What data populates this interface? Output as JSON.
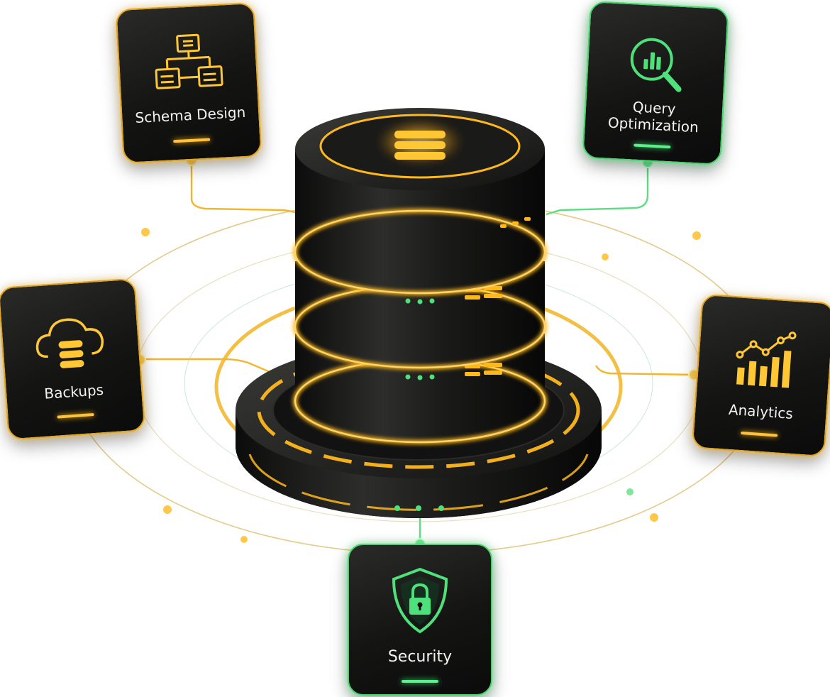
{
  "colors": {
    "gold": "#ffb81c",
    "green": "#4ee07a",
    "card_bg": "#141413"
  },
  "central": {
    "name": "database-server",
    "icon": "database-icon"
  },
  "cards": {
    "schema_design": {
      "label": "Schema Design",
      "icon": "schema-diagram-icon",
      "accent": "gold"
    },
    "query_optimization": {
      "label": "Query Optimization",
      "icon": "magnifier-chart-icon",
      "accent": "green"
    },
    "backups": {
      "label": "Backups",
      "icon": "cloud-database-icon",
      "accent": "gold"
    },
    "analytics": {
      "label": "Analytics",
      "icon": "bar-line-chart-icon",
      "accent": "gold"
    },
    "security": {
      "label": "Security",
      "icon": "shield-lock-icon",
      "accent": "green"
    }
  }
}
